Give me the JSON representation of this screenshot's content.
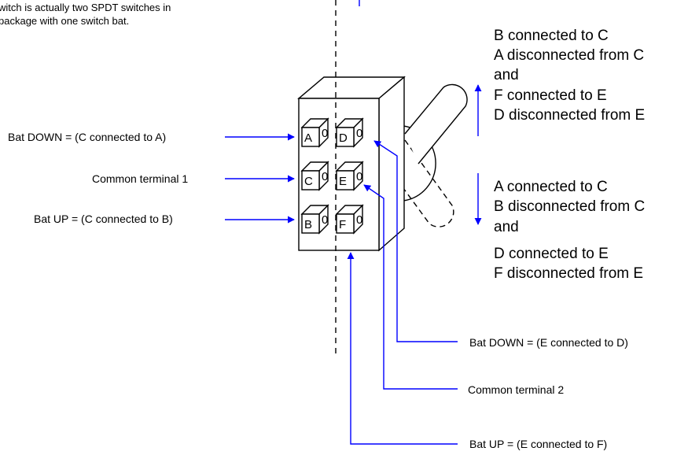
{
  "note": {
    "line1": "witch is actually two SPDT switches in",
    "line2": "package with one switch bat."
  },
  "left_labels": {
    "top": "Bat DOWN = (C connected to A)",
    "middle": "Common terminal 1",
    "bottom": "Bat UP = (C connected to B)"
  },
  "terminals": {
    "A": "A",
    "B": "B",
    "C": "C",
    "D": "D",
    "E": "E",
    "F": "F",
    "zero": "0"
  },
  "bat_up_state": {
    "l1": "B connected to C",
    "l2": "A disconnected from C",
    "l3": "and",
    "l4": "F connected to E",
    "l5": "D disconnected from E"
  },
  "bat_down_state": {
    "l1": "A connected to C",
    "l2": "B disconnected from C",
    "l3": "and",
    "l4": "D connected to E",
    "l5": "F disconnected from E"
  },
  "bottom_labels": {
    "down": "Bat DOWN = (E connected to D)",
    "common": "Common terminal 2",
    "up": "Bat UP = (E connected to F)"
  },
  "colors": {
    "arrow": "#0000ff",
    "outline": "#000000"
  }
}
